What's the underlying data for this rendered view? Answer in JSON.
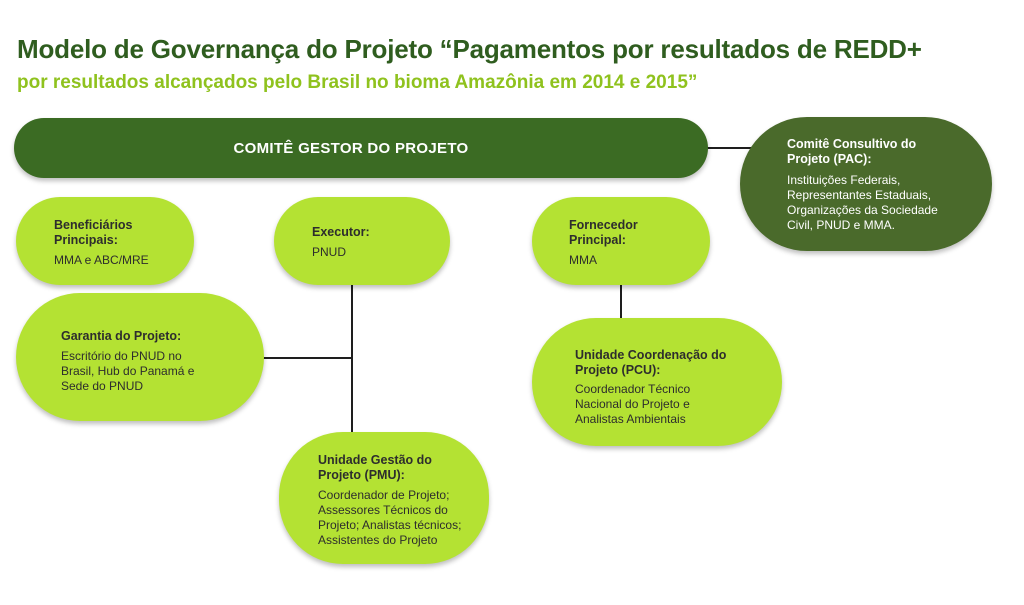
{
  "header": {
    "title": "Modelo de Governança do Projeto “Pagamentos por resultados de REDD+",
    "subtitle": "por resultados alcançados pelo Brasil no bioma Amazônia em 2014 e 2015”"
  },
  "committee": {
    "label": "COMITÊ GESTOR DO PROJETO"
  },
  "nodes": {
    "pac": {
      "title": "Comitê Consultivo do\nProjeto (PAC):",
      "desc": "Instituições Federais,\nRepresentantes Estaduais,\nOrganizações da Sociedade\nCivil, PNUD e MMA."
    },
    "beneficiarios": {
      "title": "Beneficiários\nPrincipais:",
      "desc": "MMA e ABC/MRE"
    },
    "executor": {
      "title": "Executor:",
      "desc": "PNUD"
    },
    "fornecedor": {
      "title": "Fornecedor\nPrincipal:",
      "desc": "MMA"
    },
    "garantia": {
      "title": "Garantia do Projeto:",
      "desc": "Escritório do PNUD no\nBrasil, Hub do Panamá e\nSede do PNUD"
    },
    "pcu": {
      "title": "Unidade Coordenação do\nProjeto (PCU):",
      "desc": "Coordenador Técnico\nNacional do Projeto e\nAnalistas Ambientais"
    },
    "pmu": {
      "title": "Unidade Gestão do\nProjeto (PMU):",
      "desc": "Coordenador de Projeto;\nAssessores Técnicos do\nProjeto; Analistas técnicos;\nAssistentes do Projeto"
    }
  },
  "colors": {
    "title_green": "#2f5d1f",
    "subtitle_green": "#8fc21e",
    "bar_green": "#3b6b23",
    "lime": "#b4e233",
    "dark_node": "#4a6a2b"
  }
}
